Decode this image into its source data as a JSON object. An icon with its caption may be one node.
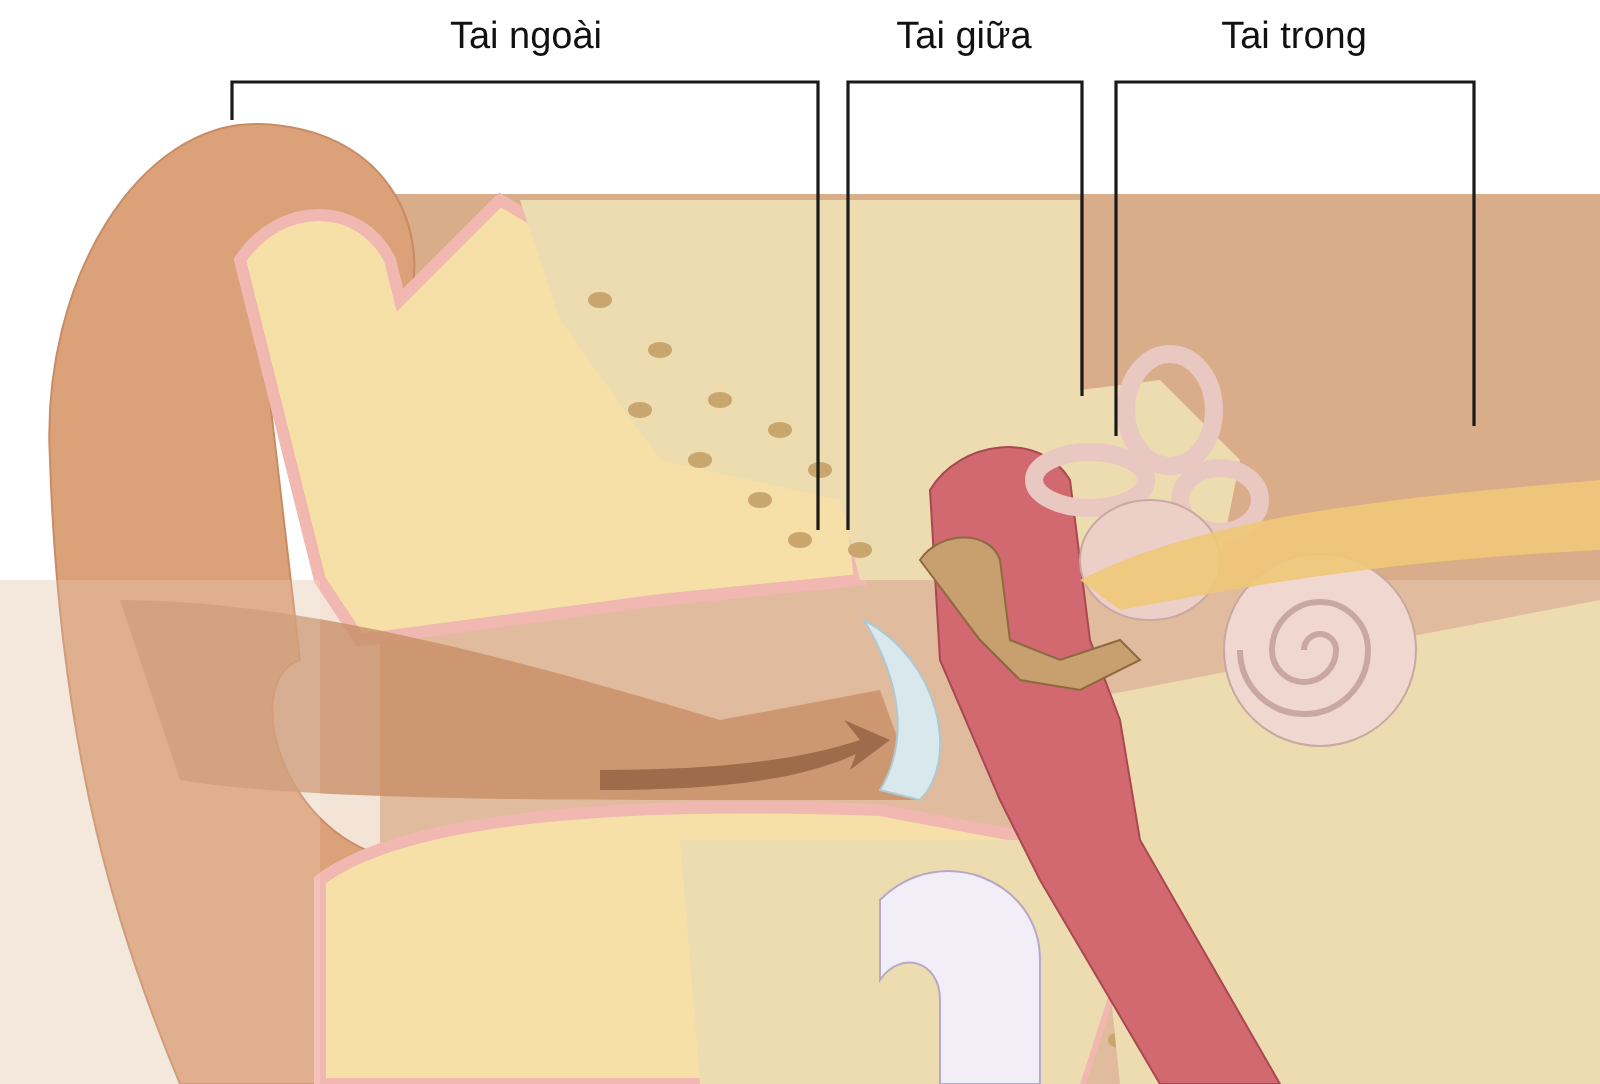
{
  "diagram": {
    "labels": [
      "Tai ngoài",
      "Tai giữa",
      "Tai trong"
    ]
  }
}
